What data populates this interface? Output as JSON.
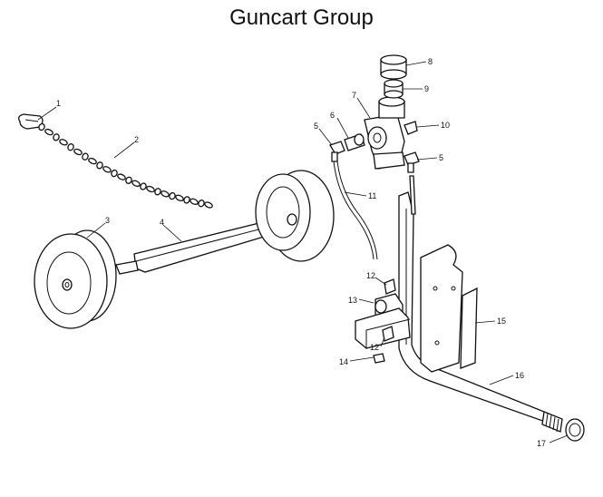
{
  "title": "Guncart Group",
  "callouts": [
    {
      "id": "1",
      "text": "1"
    },
    {
      "id": "2",
      "text": "2"
    },
    {
      "id": "3",
      "text": "3"
    },
    {
      "id": "4",
      "text": "4"
    },
    {
      "id": "5a",
      "text": "5"
    },
    {
      "id": "5b",
      "text": "5"
    },
    {
      "id": "6",
      "text": "6"
    },
    {
      "id": "7",
      "text": "7"
    },
    {
      "id": "8",
      "text": "8"
    },
    {
      "id": "9",
      "text": "9"
    },
    {
      "id": "10",
      "text": "10"
    },
    {
      "id": "11",
      "text": "11"
    },
    {
      "id": "12a",
      "text": "12"
    },
    {
      "id": "12b",
      "text": "12"
    },
    {
      "id": "13",
      "text": "13"
    },
    {
      "id": "14",
      "text": "14"
    },
    {
      "id": "15",
      "text": "15"
    },
    {
      "id": "16",
      "text": "16"
    },
    {
      "id": "17",
      "text": "17"
    }
  ]
}
